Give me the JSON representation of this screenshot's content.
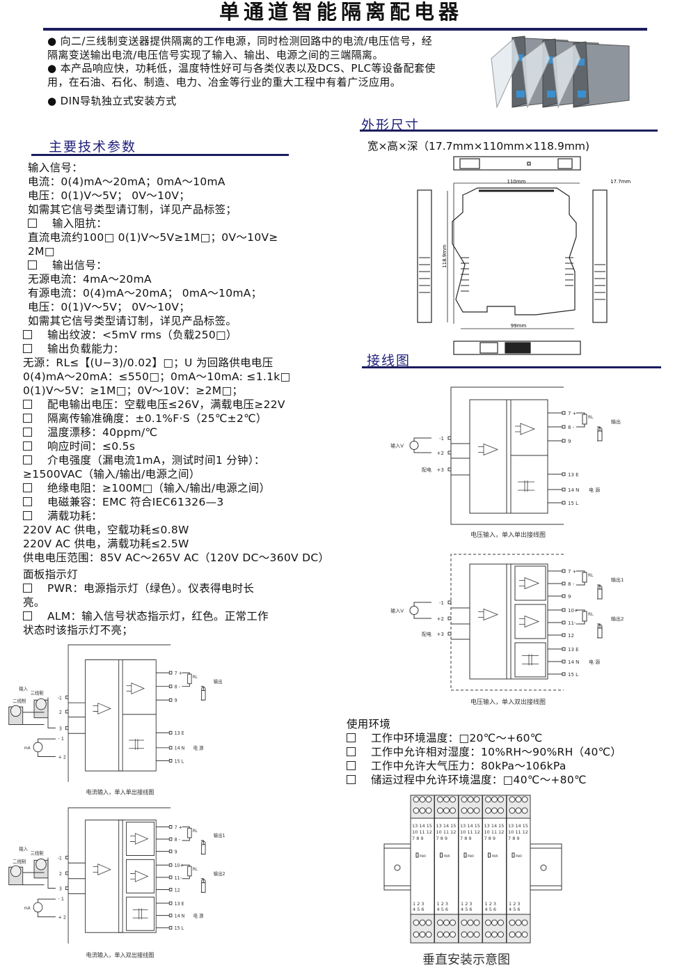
{
  "title": "单通道智能隔离配电器",
  "intro": [
    "● 向二/三线制变送器提供隔离的工作电源，同时检测回路中的电流/电压信号，经隔离变送输出电流/电压信号实现了输入、输出、电源之间的三端隔离。",
    "● 本产品响应快，功耗低，温度特性好可与各类仪表以及DCS、PLC等设备配套使用，在石油、石化、制造、电力、冶金等行业的重大工程中有着广泛应用。",
    "● DIN导轨独立式安装方式"
  ],
  "sections": {
    "specs": "主要技术参数",
    "dimensions": "外形尺寸",
    "wiring": "接线图"
  },
  "dimensions": {
    "text": "宽×高×深（17.7mm×110mm×118.9mm)",
    "width_label": "110mm",
    "height_label": "118.9mm",
    "depth_label": "99mm",
    "side_label": "17.7mm"
  },
  "specs": [
    {
      "t": "输入信号：",
      "ind": true
    },
    {
      "t": "电流：0(4)mA～20mA；0mA～10mA",
      "ind": true
    },
    {
      "t": "电压：0(1)V～5V；      0V～10V；",
      "ind": true
    },
    {
      "t": "如需其它信号类型请订制，详见产品标签；",
      "ind": true
    },
    {
      "t": "输入阻抗：",
      "ind": true,
      "box": true
    },
    {
      "t": "直流电流约100□ 0(1)V～5V≥1M□；0V～10V≥",
      "ind": true
    },
    {
      "t": "2M□",
      "ind": true
    },
    {
      "t": "输出信号：",
      "ind": true,
      "box": true
    },
    {
      "t": "无源电流：4mA～20mA",
      "ind": true
    },
    {
      "t": "有源电流：0(4)mA～20mA；     0mA～10mA；",
      "ind": true
    },
    {
      "t": "电压：0(1)V～5V；      0V～10V；",
      "ind": true
    },
    {
      "t": "如需其它信号类型请订制，详见产品标签。",
      "ind": true
    },
    {
      "t": "输出纹波：<5mV rms（负载250□）",
      "box": true
    },
    {
      "t": "输出负载能力：",
      "box": true
    },
    {
      "t": "无源：RL≤【(U−3)/0.02】□；U 为回路供电电压"
    },
    {
      "t": "0(4)mA～20mA：≤550□；0mA～10mA: ≤1.1k□"
    },
    {
      "t": "0(1)V～5V：≥1M□；0V～10V：≥2M□；"
    },
    {
      "t": "配电输出电压：空载电压≤26V，满载电压≥22V",
      "box": true
    },
    {
      "t": "隔离传输准确度：±0.1%F·S（25℃±2℃）",
      "box": true
    },
    {
      "t": "温度漂移：40ppm/℃",
      "box": true
    },
    {
      "t": "响应时间：≤0.5s",
      "box": true
    },
    {
      "t": "介电强度（漏电流1mA，测试时间1 分钟）：",
      "box": true
    },
    {
      "t": "≥1500VAC（输入/输出/电源之间）"
    },
    {
      "t": "绝缘电阻：≥100M□（输入/输出/电源之间）",
      "box": true
    },
    {
      "t": "电磁兼容：EMC 符合IEC61326—3",
      "box": true
    },
    {
      "t": "满载功耗：",
      "box": true
    },
    {
      "t": "220V AC 供电，空载功耗≤0.8W"
    },
    {
      "t": "220V AC 供电，满载功耗≤2.5W"
    },
    {
      "t": "供电电压范围：85V AC～265V AC（120V DC～360V DC）"
    },
    {
      "t": "面板指示灯",
      "gap": true
    },
    {
      "t": "PWR：电源指示灯（绿色）。仪表得电时长",
      "box": true
    },
    {
      "t": "亮。"
    },
    {
      "t": "ALM：输入信号状态指示灯，红色。正常工作",
      "box": true
    },
    {
      "t": "状态时该指示灯不亮；"
    }
  ],
  "environment": {
    "heading": "使用环境",
    "items": [
      "工作中环境温度：□20℃～+60℃",
      "工作中允许相对湿度：10%RH～90%RH（40℃）",
      "工作中允许大气压力：80kPa～106kPa",
      "储运过程中允许环境温度：□40℃～+80℃"
    ]
  },
  "wiring": {
    "voltage_single_caption": "电压输入，单入单出接线图",
    "voltage_dual_caption": "电压输入，单入双出接线图",
    "current_single_caption": "电流输入，单入单出接线图",
    "current_dual_caption": "电流输入，单入双出接线图",
    "input_v": "输入V",
    "input": "输入",
    "supply": "配电",
    "two_wire": "二线制",
    "three_wire": "三线制",
    "output": "输出",
    "output1": "输出1",
    "output2": "输出2",
    "power": "电 源",
    "rl": "RL",
    "ma": "mA"
  },
  "mounting": {
    "caption": "垂直安装示意图",
    "top_terminals": [
      "13 14 15",
      "10 11 12",
      "7  8  9"
    ],
    "bottom_terminals": [
      "1  2  3",
      "4  5  6"
    ],
    "led": "PWR"
  },
  "colors": {
    "accent": "#1c1c5e",
    "heading": "#1e1e7a",
    "module_blue": "#3a8fd0"
  }
}
